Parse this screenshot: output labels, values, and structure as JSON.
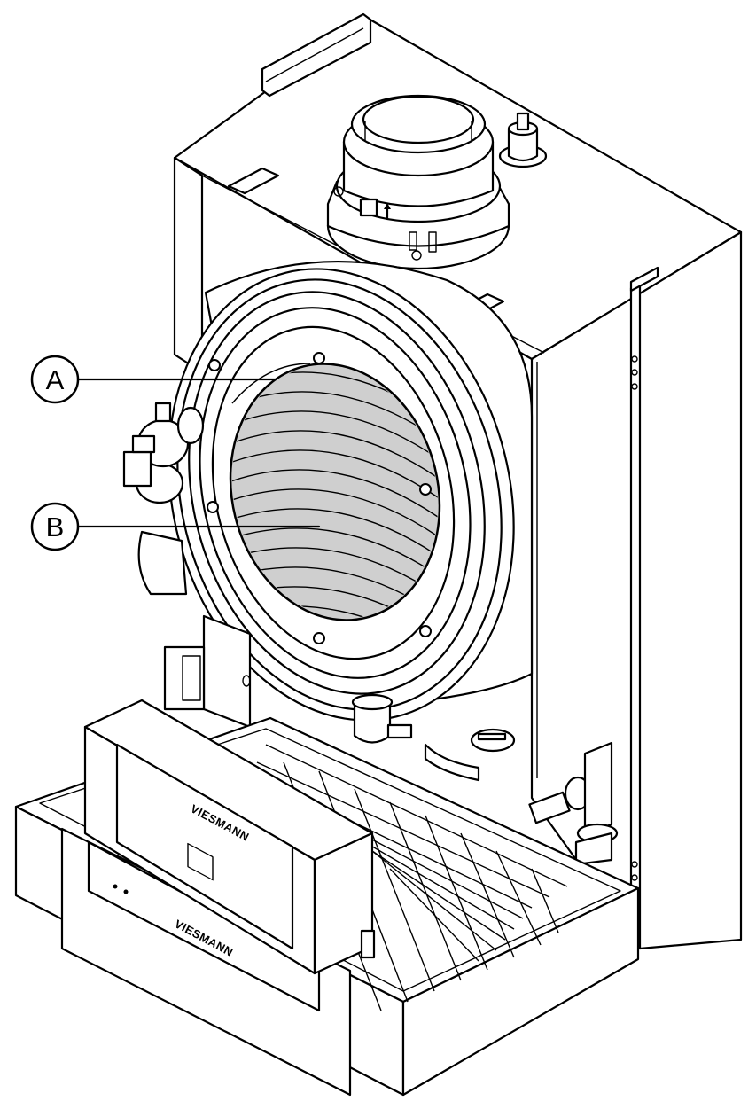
{
  "callouts": [
    {
      "label": "A",
      "target": "heat-exchanger-surface"
    },
    {
      "label": "B",
      "target": "heat-exchanger-coil"
    }
  ],
  "brand_marks": {
    "control_unit": "VIESMANN",
    "front_panel": "VIESMANN"
  },
  "colors": {
    "line": "#000000",
    "background": "#ffffff",
    "coil_fill": "#cfcfcf"
  }
}
